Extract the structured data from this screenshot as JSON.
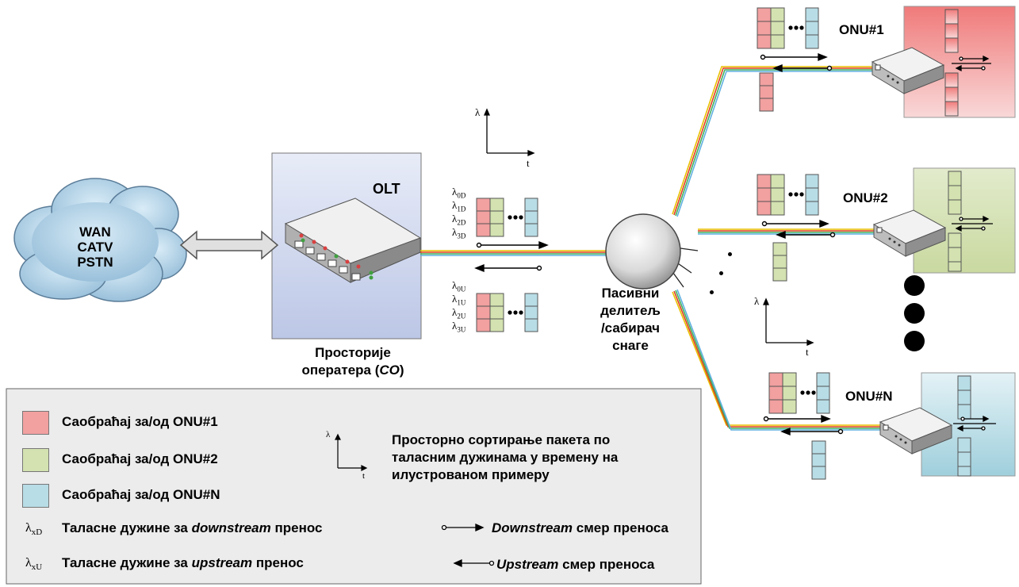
{
  "cloud": {
    "lines": [
      "WAN",
      "CATV",
      "PSTN"
    ]
  },
  "olt": {
    "label": "OLT",
    "caption_line1": "Просторије",
    "caption_line2_pre": "оператера (",
    "caption_line2_italic": "CO",
    "caption_line2_post": ")"
  },
  "splitter": {
    "lines": [
      "Пасивни",
      "делитељ",
      "/сабирач",
      "снаге"
    ]
  },
  "onus": [
    {
      "label": "ONU#1"
    },
    {
      "label": "ONU#2"
    },
    {
      "label": "ONU#N"
    }
  ],
  "axis": {
    "y_symbol": "λ",
    "x_symbol": "t"
  },
  "wavelengths_down": [
    {
      "sym": "λ",
      "sub": "0D"
    },
    {
      "sym": "λ",
      "sub": "1D"
    },
    {
      "sym": "λ",
      "sub": "2D"
    },
    {
      "sym": "λ",
      "sub": "3D"
    }
  ],
  "wavelengths_up": [
    {
      "sym": "λ",
      "sub": "0U"
    },
    {
      "sym": "λ",
      "sub": "1U"
    },
    {
      "sym": "λ",
      "sub": "2U"
    },
    {
      "sym": "λ",
      "sub": "3U"
    }
  ],
  "legend": {
    "onu1": "Саобраћај за/од ONU#1",
    "onu2": "Саобраћај за/од ONU#2",
    "onun": "Саобраћај за/од ONU#N",
    "sorting_line1": "Просторно сортирање пакета по",
    "sorting_line2": "таласним дужинама у времену на",
    "sorting_line3": "илустрованом примеру",
    "lambda_down_sym": "λ",
    "lambda_down_sub": "xD",
    "lambda_down_pre": "Таласне дужине за ",
    "lambda_down_italic": "downstream",
    "lambda_down_post": " пренос",
    "lambda_up_sym": "λ",
    "lambda_up_sub": "xU",
    "lambda_up_pre": "Таласне дужине за ",
    "lambda_up_italic": "upstream",
    "lambda_up_post": " пренос",
    "downstream_italic": "Downstream",
    "downstream_post": " смер преноса",
    "upstream_italic": "Upstream",
    "upstream_post": " смер преноса"
  },
  "colors": {
    "red": "#f2a0a0",
    "green": "#d6e4b8",
    "blue": "#b8dde6"
  }
}
